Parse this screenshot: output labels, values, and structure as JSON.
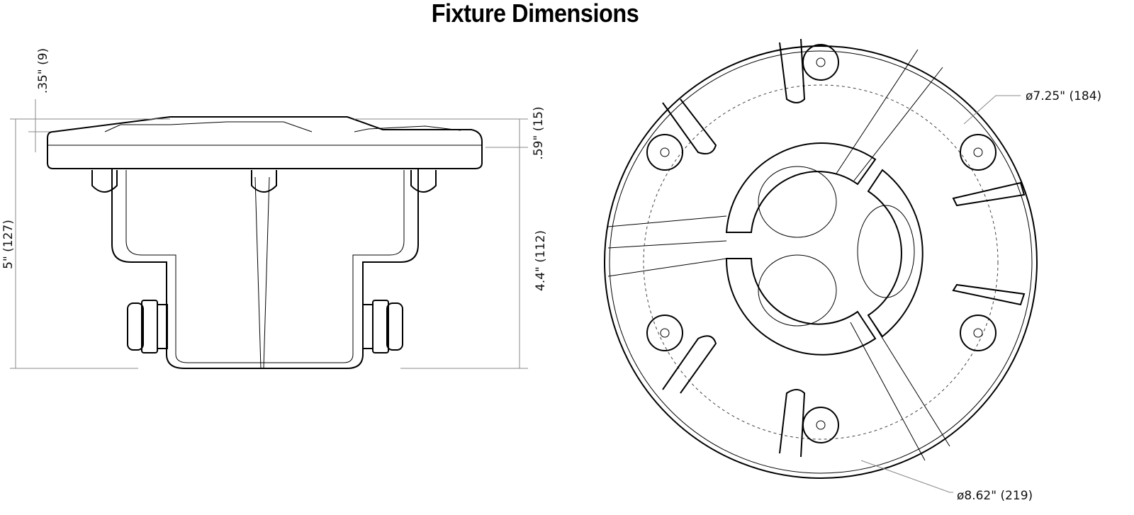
{
  "title": "Fixture Dimensions",
  "side_view": {
    "flange_thickness": ".35\" (9)",
    "lens_height": ".59\" (15)",
    "overall_height": "5\" (127)",
    "body_height": "4.4\" (112)"
  },
  "top_view": {
    "bolt_circle_diameter": "ø7.25\" (184)",
    "outer_diameter": "ø8.62\" (219)"
  },
  "colors": {
    "line": "#000000",
    "dimension": "#888888"
  }
}
